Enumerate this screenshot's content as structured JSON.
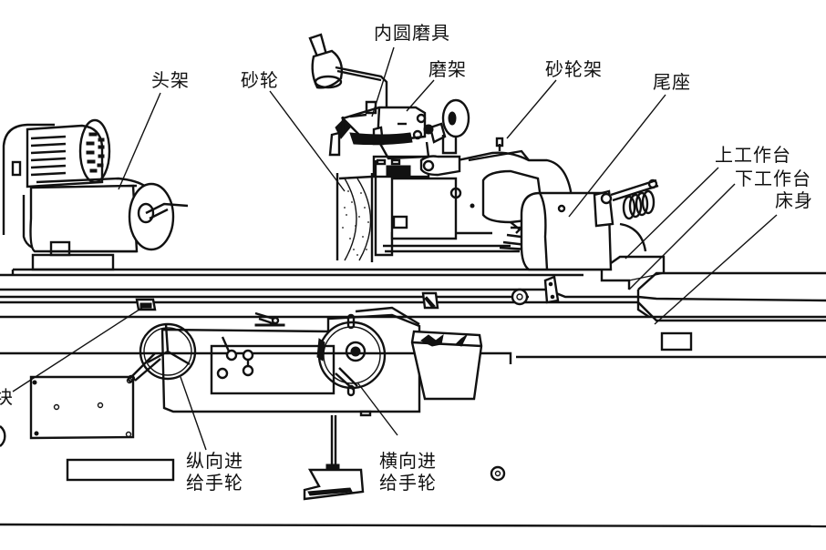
{
  "figure": {
    "subject": "universal cylindrical grinding machine",
    "background_color": "#ffffff",
    "line_color": "#111111"
  },
  "labels": {
    "internal_grinding_attachment": "内圆磨具",
    "grinding_frame": "磨架",
    "headstock": "头架",
    "grinding_wheel": "砂轮",
    "wheel_head": "砂轮架",
    "tailstock": "尾座",
    "upper_table": "上工作台",
    "lower_table": "下工作台",
    "bed": "床身",
    "stop_block_partial": "块",
    "longitudinal_handwheel_line1": "纵向进",
    "longitudinal_handwheel_line2": "给手轮",
    "cross_handwheel_line1": "横向进",
    "cross_handwheel_line2": "给手轮"
  }
}
